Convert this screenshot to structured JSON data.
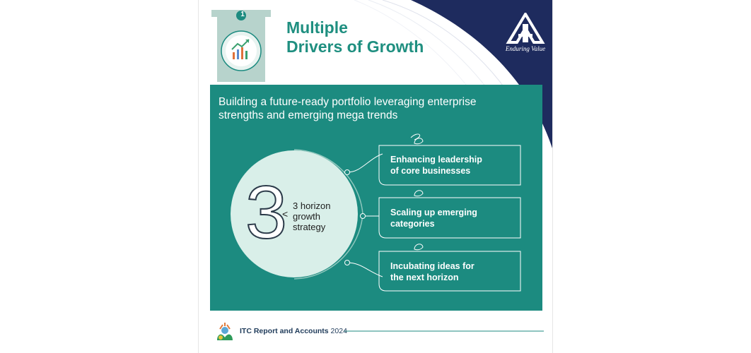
{
  "badge": {
    "number": "1"
  },
  "header": {
    "title_line1": "Multiple",
    "title_line2": "Drivers of Growth"
  },
  "logo": {
    "tagline": "Enduring Value"
  },
  "panel": {
    "subtitle": "Building a future-ready portfolio leveraging enterprise strengths and emerging mega trends"
  },
  "strategy": {
    "numeral": "3",
    "label_line1": "3 horizon",
    "label_line2": "growth",
    "label_line3": "strategy"
  },
  "horizons": [
    {
      "line1": "Enhancing leadership",
      "line2": "of core businesses"
    },
    {
      "line1": "Scaling up emerging",
      "line2": "categories"
    },
    {
      "line1": "Incubating ideas for",
      "line2": "the next horizon"
    }
  ],
  "footer": {
    "report": "ITC Report and Accounts",
    "year": "2024"
  },
  "colors": {
    "teal": "#1c8b80",
    "navy": "#1e2b5e",
    "mint": "#d9efe9",
    "title_green": "#1f8f80"
  }
}
